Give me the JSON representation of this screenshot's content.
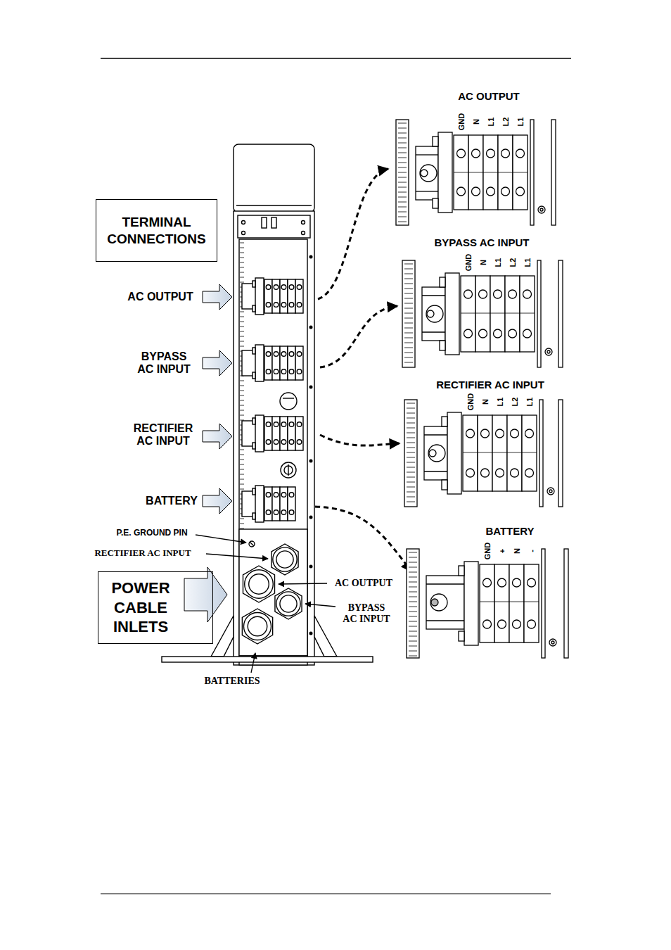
{
  "diagram": {
    "nodes": [
      {
        "text": [
          "TERMINAL CONNECTIONS"
        ]
      },
      {
        "text": [
          "POWER CABLE INLETS"
        ]
      },
      {
        "text": [
          "AC OUTPUT"
        ]
      },
      {
        "text": [
          "BYPASS AC INPUT"
        ]
      },
      {
        "text": [
          "RECTIFIER AC INPUT"
        ]
      },
      {
        "text": [
          "BATTERY"
        ]
      }
    ],
    "labels": [
      "AC OUTPUT",
      "BYPASS AC INPUT",
      "RECTIFIER AC INPUT",
      "BATTERY",
      "P.E. GROUND PIN",
      "RECTIFIER AC INPUT",
      "AC OUTPUT",
      "BYPASS AC INPUT",
      "BATTERIES",
      "GND",
      "N",
      "L1",
      "L2",
      "L1",
      "GND",
      "N",
      "L1",
      "L2",
      "L1",
      "GND",
      "N",
      "L1",
      "L2",
      "L1",
      "GND",
      "+",
      "N",
      "-"
    ]
  }
}
